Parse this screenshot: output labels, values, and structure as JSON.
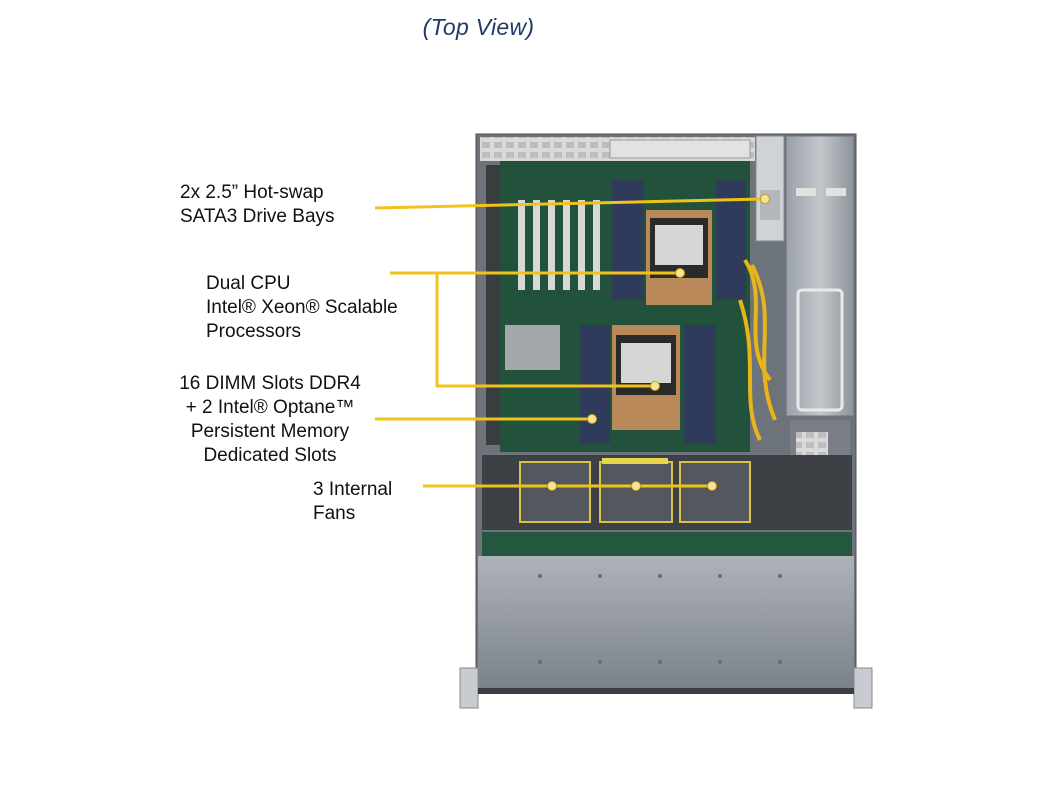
{
  "title": "(Top View)",
  "callouts": [
    {
      "lines": [
        "2x 2.5” Hot-swap",
        "SATA3 Drive Bays"
      ]
    },
    {
      "lines": [
        "Dual CPU",
        "Intel®  Xeon® Scalable",
        "Processors"
      ]
    },
    {
      "lines": [
        "16 DIMM  Slots DDR4",
        "+ 2 Intel®  Optane™",
        "Persistent Memory",
        "Dedicated Slots"
      ]
    },
    {
      "lines": [
        "3 Internal",
        "Fans"
      ]
    }
  ],
  "colors": {
    "title": "#1f3c68",
    "leader": "#f1c219",
    "chassis": "#8a9099",
    "motherboard": "#1f4f3a"
  }
}
